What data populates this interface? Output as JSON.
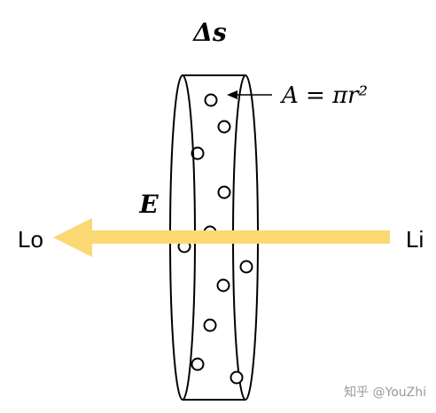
{
  "labels": {
    "delta_s": "Δs",
    "area_eq": "A = πr²",
    "field": "E",
    "left_end": "Lo",
    "right_end": "Li"
  },
  "watermark": "知乎 @YouZhi",
  "colors": {
    "arrow": "#FCD873",
    "outline": "#000000",
    "background": "#FFFFFF"
  }
}
